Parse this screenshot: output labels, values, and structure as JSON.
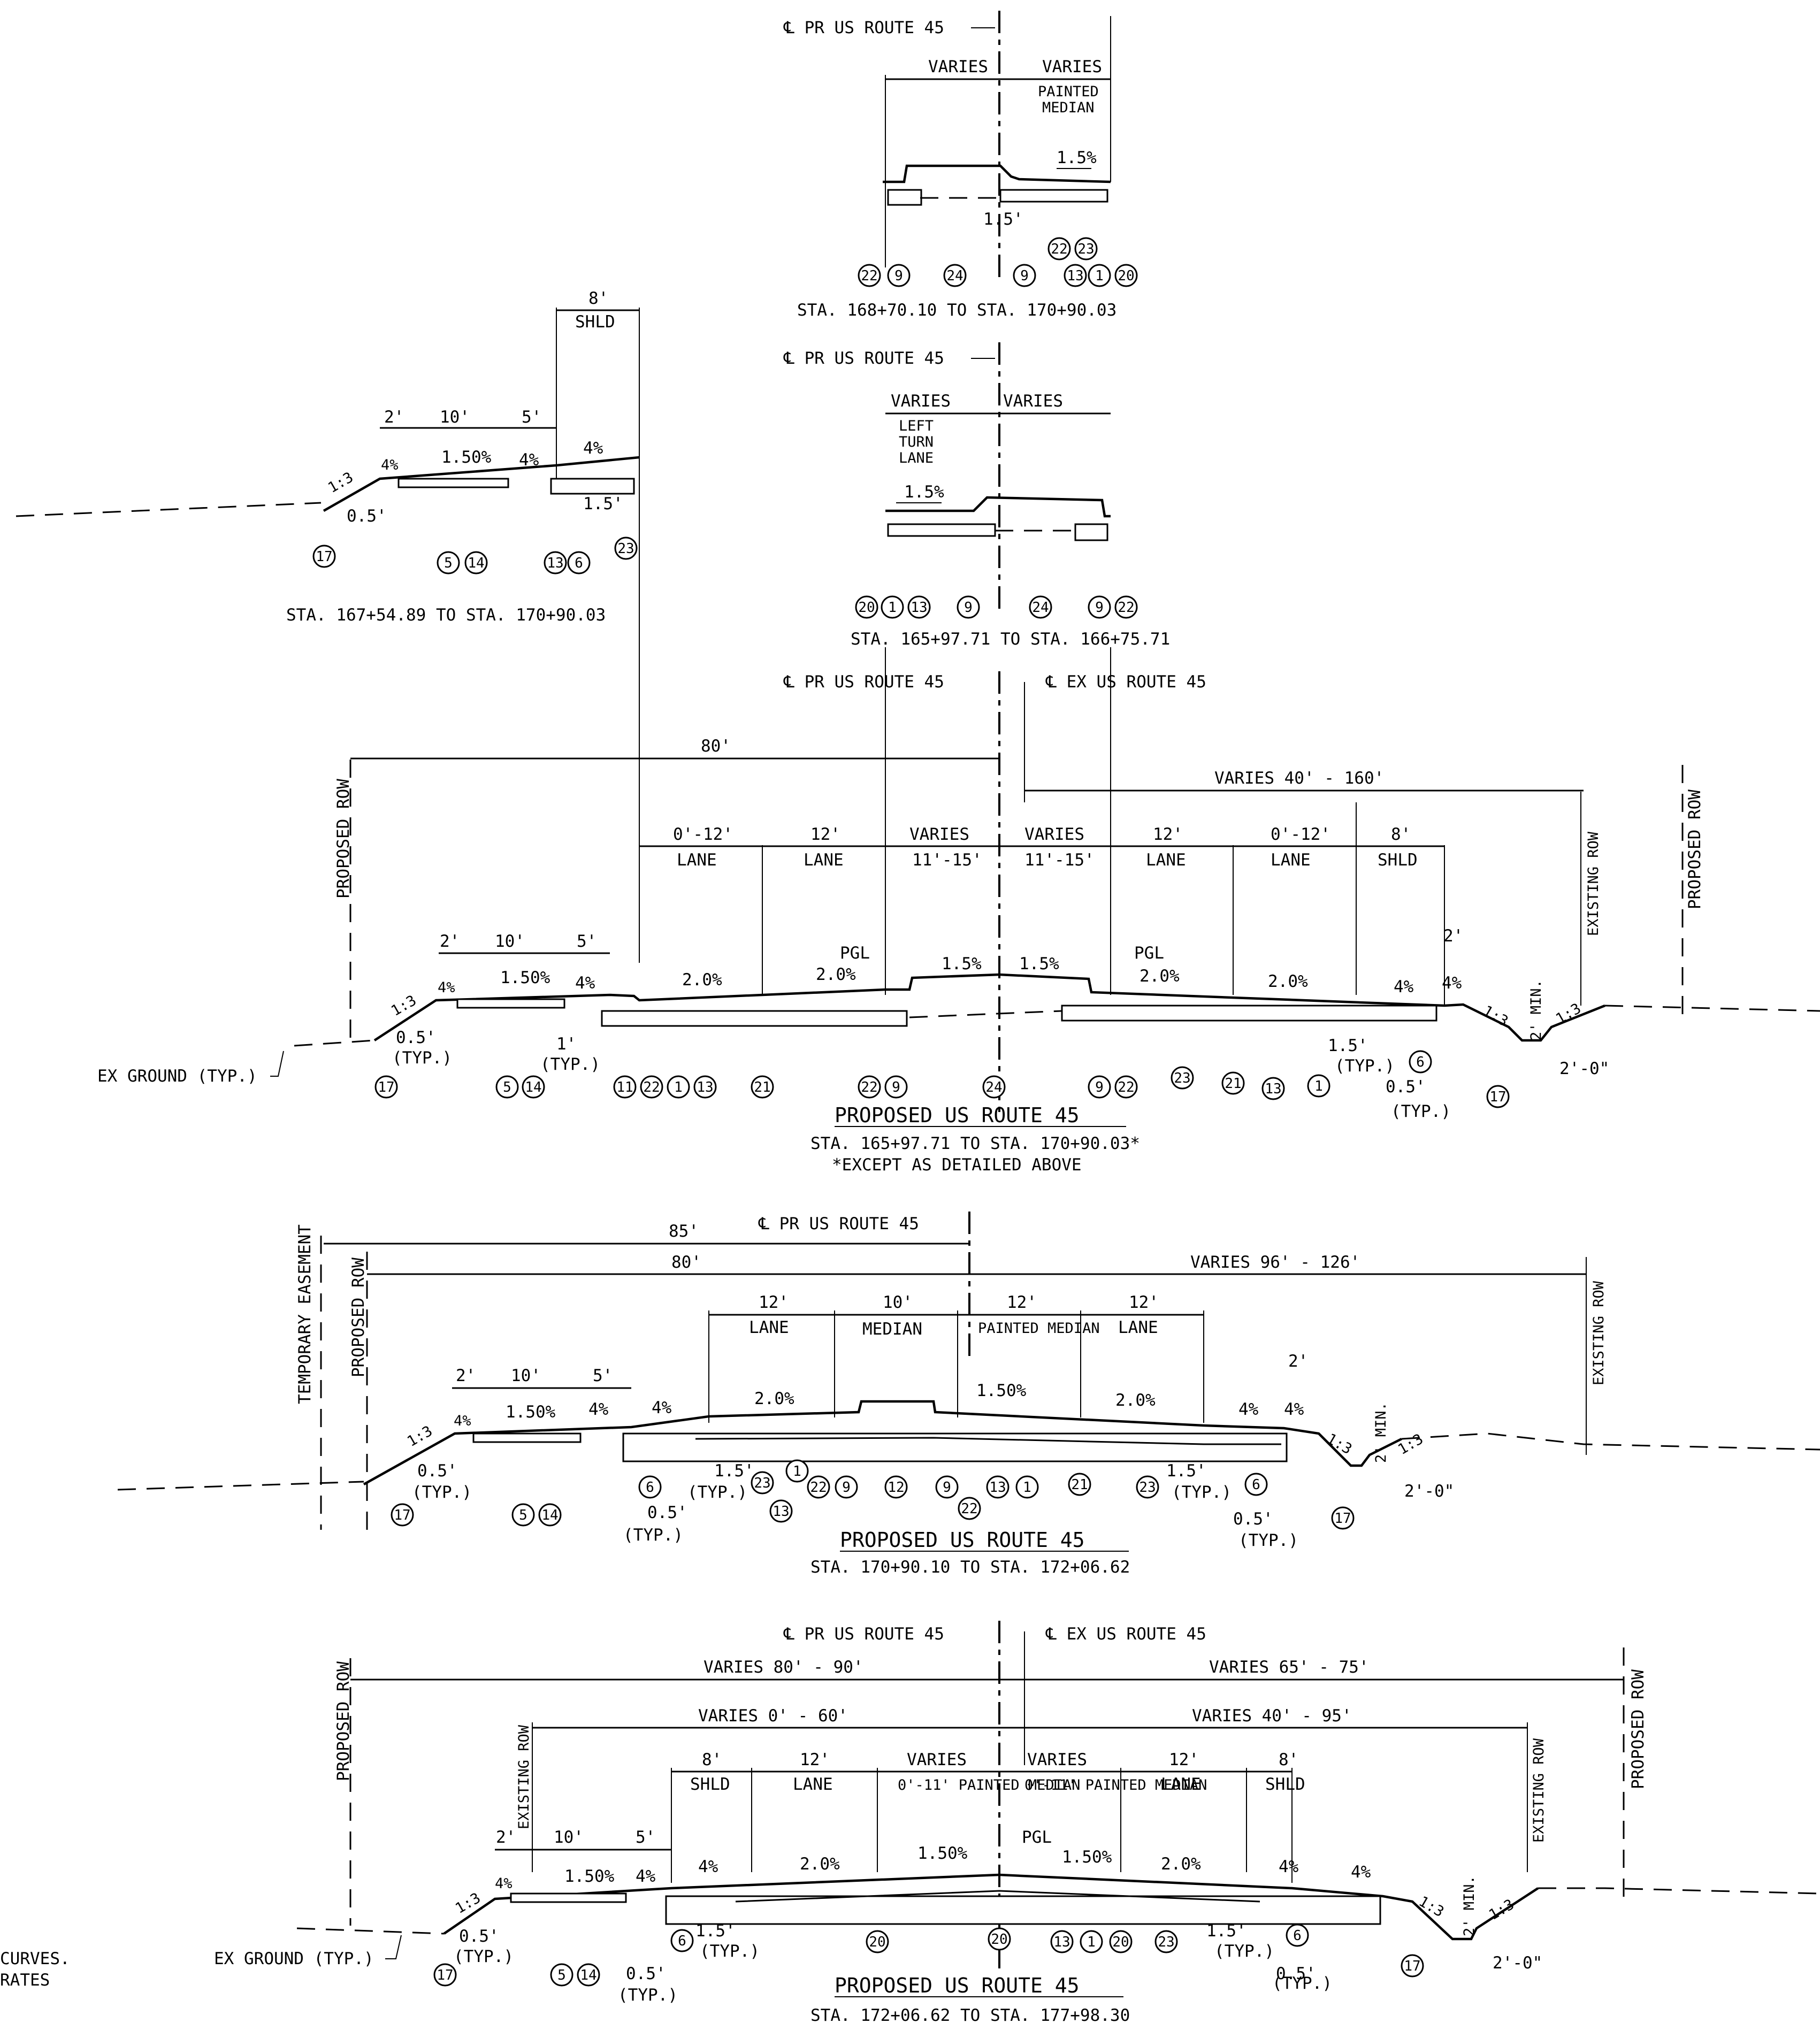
{
  "sections": {
    "inset_a": {
      "centerline": "℄ PR US ROUTE 45",
      "dims": [
        "VARIES",
        "VARIES"
      ],
      "median": [
        "PAINTED",
        "MEDIAN"
      ],
      "slope_a": "1.5%",
      "offset_a": "1.5'",
      "callouts": [
        "22",
        "9",
        "24",
        "9",
        "22",
        "23",
        "13",
        "1",
        "20"
      ],
      "station": "STA. 168+70.10 TO STA. 170+90.03"
    },
    "inset_b": {
      "centerline": "℄ PR US ROUTE 45",
      "dims": [
        "VARIES",
        "VARIES"
      ],
      "turn_lane": [
        "LEFT",
        "TURN",
        "LANE"
      ],
      "slope_a": "1.5%",
      "callouts": [
        "20",
        "1",
        "13",
        "9",
        "24",
        "9",
        "22"
      ],
      "station": "STA. 165+97.71 TO STA. 166+75.71"
    },
    "inset_c": {
      "shld_width": "8'",
      "shld_label": "SHLD",
      "dims": [
        "2'",
        "10'",
        "5'"
      ],
      "slopes": [
        "1:3",
        "4%",
        "1.50%",
        "4%",
        "4%"
      ],
      "offsets": [
        "0.5'",
        "1.5'"
      ],
      "callouts": [
        "17",
        "5",
        "14",
        "13",
        "6",
        "23"
      ],
      "station": "STA. 167+54.89 TO STA. 170+90.03"
    },
    "main_1": {
      "cl_pr": "℄ PR US ROUTE 45",
      "cl_ex": "℄ EX US ROUTE 45",
      "dim_80": "80'",
      "dim_varies": "VARIES 40' - 160'",
      "row_left": "PROPOSED ROW",
      "row_right": "PROPOSED ROW",
      "existing_row": "EXISTING ROW",
      "lane_widths": [
        "0'-12'",
        "12'",
        "VARIES",
        "VARIES",
        "12'",
        "0'-12'",
        "8'"
      ],
      "lane_labels": [
        "LANE",
        "LANE",
        "11'-15'",
        "11'-15'",
        "LANE",
        "LANE",
        "SHLD"
      ],
      "left_dims": [
        "2'",
        "10'",
        "5'"
      ],
      "right_dim": "2'",
      "pgl": "PGL",
      "slopes": [
        "1:3",
        "4%",
        "1.50%",
        "4%",
        "2.0%",
        "2.0%",
        "1.5%",
        "1.5%",
        "2.0%",
        "2.0%",
        "4%",
        "4%",
        "1:3",
        "1:3"
      ],
      "min": "2' MIN.",
      "ditch": "2'-0\"",
      "offsets": [
        "0.5'",
        "(TYP.)",
        "1'",
        "(TYP.)",
        "1.5'",
        "(TYP.)",
        "0.5'",
        "(TYP.)"
      ],
      "ex_ground": "EX GROUND (TYP.)",
      "callouts": [
        "17",
        "5",
        "14",
        "11",
        "22",
        "1",
        "13",
        "21",
        "22",
        "9",
        "24",
        "9",
        "22",
        "23",
        "21",
        "13",
        "1",
        "6",
        "17"
      ],
      "title": "PROPOSED US ROUTE 45",
      "station": "STA. 165+97.71 TO STA. 170+90.03*",
      "note": "*EXCEPT AS DETAILED ABOVE"
    },
    "main_2": {
      "cl_pr": "℄ PR US ROUTE 45",
      "temp_easement": "TEMPORARY EASEMENT",
      "row_left": "PROPOSED ROW",
      "existing_row": "EXISTING ROW",
      "dim_85": "85'",
      "dim_80": "80'",
      "dim_varies": "VARIES 96' - 126'",
      "lane_widths": [
        "12'",
        "10'",
        "12'",
        "12'"
      ],
      "lane_labels": [
        "LANE",
        "MEDIAN",
        "PAINTED MEDIAN",
        "LANE"
      ],
      "left_dims": [
        "2'",
        "10'",
        "5'"
      ],
      "right_dim": "2'",
      "slopes": [
        "1:3",
        "4%",
        "1.50%",
        "4%",
        "4%",
        "2.0%",
        "1.50%",
        "2.0%",
        "4%",
        "4%",
        "1:3",
        "1:3"
      ],
      "min": "2' MIN.",
      "ditch": "2'-0\"",
      "offsets": [
        "0.5'",
        "(TYP.)",
        "1.5'",
        "(TYP.)",
        "0.5'",
        "(TYP.)",
        "1.5'",
        "(TYP.)",
        "0.5'",
        "(TYP.)"
      ],
      "callouts": [
        "17",
        "5",
        "14",
        "6",
        "23",
        "13",
        "1",
        "22",
        "9",
        "12",
        "9",
        "22",
        "13",
        "1",
        "21",
        "23",
        "6",
        "17"
      ],
      "title": "PROPOSED US ROUTE 45",
      "station": "STA. 170+90.10 TO STA. 172+06.62"
    },
    "main_3": {
      "cl_pr": "℄ PR US ROUTE 45",
      "cl_ex": "℄ EX US ROUTE 45",
      "row_left": "PROPOSED ROW",
      "row_right": "PROPOSED ROW",
      "existing_row": "EXISTING ROW",
      "dim_left": "VARIES 80' - 90'",
      "dim_right": "VARIES 65' - 75'",
      "dim_ex_left": "VARIES 0' - 60'",
      "dim_ex_right": "VARIES 40' - 95'",
      "lane_widths": [
        "8'",
        "12'",
        "VARIES",
        "VARIES",
        "12'",
        "8'"
      ],
      "lane_labels": [
        "SHLD",
        "LANE",
        "0'-11' PAINTED MEDIAN",
        "0'-11' PAINTED MEDIAN",
        "LANE",
        "SHLD"
      ],
      "left_dims": [
        "2'",
        "10'",
        "5'"
      ],
      "pgl": "PGL",
      "slopes": [
        "1:3",
        "4%",
        "1.50%",
        "4%",
        "4%",
        "2.0%",
        "1.50%",
        "1.50%",
        "2.0%",
        "4%",
        "4%",
        "1:3",
        "1:3"
      ],
      "min": "2' MIN.",
      "ditch": "2'-0\"",
      "offsets": [
        "0.5'",
        "(TYP.)",
        "0.5'",
        "(TYP.)",
        "1.5'",
        "(TYP.)",
        "1.5'",
        "(TYP.)",
        "0.5'",
        "(TYP.)"
      ],
      "ex_ground": "EX GROUND (TYP.)",
      "callouts": [
        "17",
        "5",
        "14",
        "6",
        "20",
        "20",
        "13",
        "1",
        "20",
        "23",
        "6",
        "17"
      ],
      "title": "PROPOSED US ROUTE 45",
      "station": "STA. 172+06.62 TO STA. 177+98.30"
    }
  },
  "margin_notes": [
    "CURVES.",
    "RATES"
  ]
}
